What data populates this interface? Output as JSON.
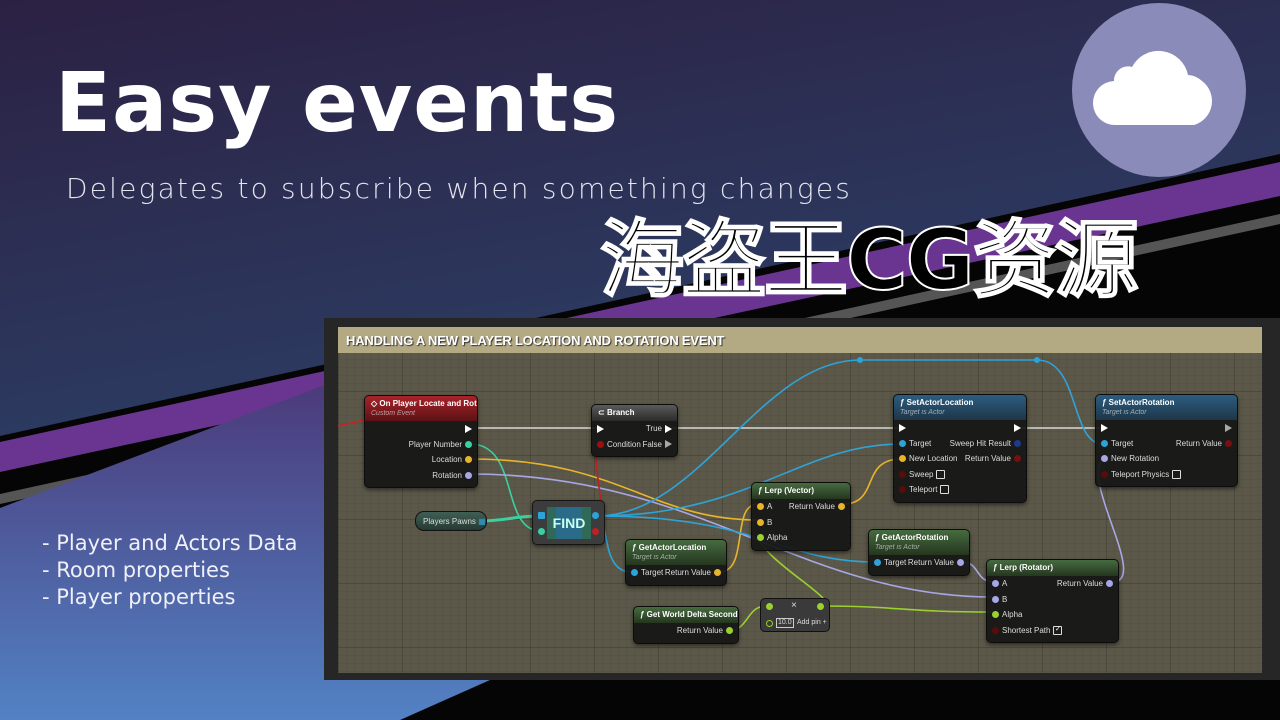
{
  "header": {
    "title": "Easy events",
    "subtitle": "Delegates to subscribe when something changes"
  },
  "bullets": [
    "- Player and Actors Data",
    "- Room properties",
    "- Player properties"
  ],
  "badge": {
    "icon": "cloud-icon",
    "color": "#8a8bb8"
  },
  "graph": {
    "comment": "HANDLING A NEW PLAYER LOCATION AND ROTATION EVENT",
    "find_label": "FIND",
    "players_pawns": "Players Pawns",
    "multiply": {
      "value": "10.0",
      "symbol": "×",
      "add_pin": "Add pin +"
    },
    "nodes": [
      {
        "id": "event",
        "kind": "event",
        "title": "On Player Locate and Rotate",
        "subtitle": "Custom Event",
        "rows": [
          {
            "r": {
              "type": "exec"
            }
          },
          {
            "r": {
              "label": "Player Number",
              "color": "#3ad0a0"
            }
          },
          {
            "r": {
              "label": "Location",
              "color": "#e8b52a"
            }
          },
          {
            "r": {
              "label": "Rotation",
              "color": "#a7a7e6"
            }
          }
        ]
      },
      {
        "id": "branch",
        "kind": "branch",
        "title": "Branch",
        "rows": [
          {
            "l": {
              "type": "exec"
            },
            "r": {
              "label": "True",
              "type": "exec"
            }
          },
          {
            "l": {
              "label": "Condition",
              "color": "#9a1010"
            },
            "r": {
              "label": "False",
              "type": "exec-hollow"
            }
          }
        ]
      },
      {
        "id": "setloc",
        "kind": "func",
        "title": "SetActorLocation",
        "subtitle": "Target is Actor",
        "rows": [
          {
            "l": {
              "type": "exec"
            },
            "r": {
              "type": "exec"
            }
          },
          {
            "l": {
              "label": "Target",
              "color": "#2ea3d8"
            },
            "r": {
              "label": "Sweep Hit Result",
              "color": "#1e3a8a"
            }
          },
          {
            "l": {
              "label": "New Location",
              "color": "#e8b52a"
            },
            "r": {
              "label": "Return Value",
              "color": "#7a0f0f"
            }
          },
          {
            "l": {
              "label": "Sweep",
              "color": "#5a0c0c",
              "check": " "
            }
          },
          {
            "l": {
              "label": "Teleport",
              "color": "#5a0c0c",
              "check": " "
            }
          }
        ]
      },
      {
        "id": "setrot",
        "kind": "func",
        "title": "SetActorRotation",
        "subtitle": "Target is Actor",
        "rows": [
          {
            "l": {
              "type": "exec"
            },
            "r": {
              "type": "exec-hollow"
            }
          },
          {
            "l": {
              "label": "Target",
              "color": "#2ea3d8"
            },
            "r": {
              "label": "Return Value",
              "color": "#7a0f0f"
            }
          },
          {
            "l": {
              "label": "New Rotation",
              "color": "#a7a7e6"
            }
          },
          {
            "l": {
              "label": "Teleport Physics",
              "color": "#5a0c0c",
              "check": " "
            }
          }
        ]
      },
      {
        "id": "lerpv",
        "kind": "pure",
        "title": "Lerp (Vector)",
        "rows": [
          {
            "l": {
              "label": "A",
              "color": "#e8b52a"
            },
            "r": {
              "label": "Return Value",
              "color": "#e8b52a"
            }
          },
          {
            "l": {
              "label": "B",
              "color": "#e8b52a"
            }
          },
          {
            "l": {
              "label": "Alpha",
              "color": "#9ad12e"
            }
          }
        ]
      },
      {
        "id": "getloc",
        "kind": "pure",
        "title": "GetActorLocation",
        "subtitle": "Target is Actor",
        "rows": [
          {
            "l": {
              "label": "Target",
              "color": "#2ea3d8"
            },
            "r": {
              "label": "Return Value",
              "color": "#e8b52a"
            }
          }
        ]
      },
      {
        "id": "getrot",
        "kind": "pure",
        "title": "GetActorRotation",
        "subtitle": "Target is Actor",
        "rows": [
          {
            "l": {
              "label": "Target",
              "color": "#2ea3d8"
            },
            "r": {
              "label": "Return Value",
              "color": "#a7a7e6"
            }
          }
        ]
      },
      {
        "id": "lerpr",
        "kind": "pure",
        "title": "Lerp (Rotator)",
        "rows": [
          {
            "l": {
              "label": "A",
              "color": "#a7a7e6"
            },
            "r": {
              "label": "Return Value",
              "color": "#a7a7e6"
            }
          },
          {
            "l": {
              "label": "B",
              "color": "#a7a7e6"
            }
          },
          {
            "l": {
              "label": "Alpha",
              "color": "#9ad12e"
            }
          },
          {
            "l": {
              "label": "Shortest Path",
              "color": "#5a0c0c",
              "check": "✓"
            }
          }
        ]
      },
      {
        "id": "delta",
        "kind": "pure",
        "title": "Get World Delta Seconds",
        "rows": [
          {
            "r": {
              "label": "Return Value",
              "color": "#9ad12e"
            }
          }
        ]
      }
    ]
  },
  "watermark": "海盗王CG资源"
}
